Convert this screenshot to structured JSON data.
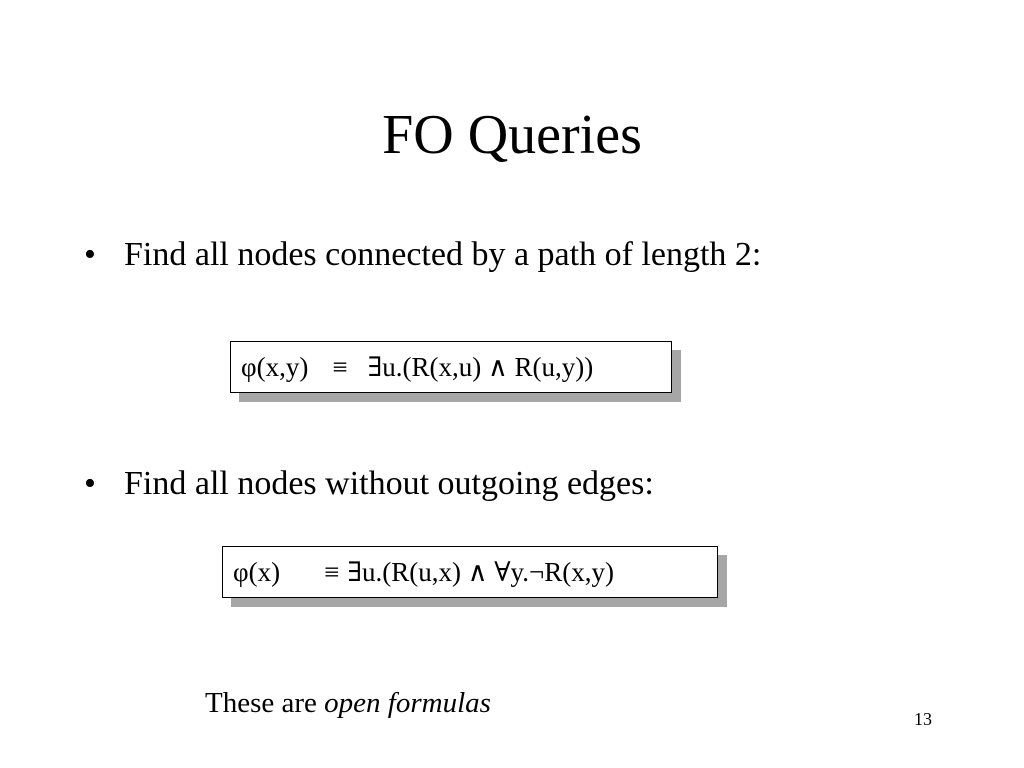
{
  "slide": {
    "title": "FO Queries",
    "bullet_symbol": "•",
    "bullets": [
      {
        "text": "Find all nodes connected by a path of length 2:",
        "formula_lhs": "φ(x,y)",
        "formula_equiv": "≡",
        "formula_rhs": "∃u.(R(x,u) ∧ R(u,y))"
      },
      {
        "text": "Find all nodes without outgoing edges:",
        "formula_lhs": "φ(x)",
        "formula_equiv": "≡",
        "formula_rhs": "∃u.(R(u,x) ∧ ∀y.¬R(x,y)"
      }
    ],
    "footnote_prefix": "These are ",
    "footnote_emphasis": "open formulas",
    "page_number": "13"
  },
  "colors": {
    "text": "#000000",
    "background": "#ffffff",
    "shadow": "#a6a6a6"
  }
}
